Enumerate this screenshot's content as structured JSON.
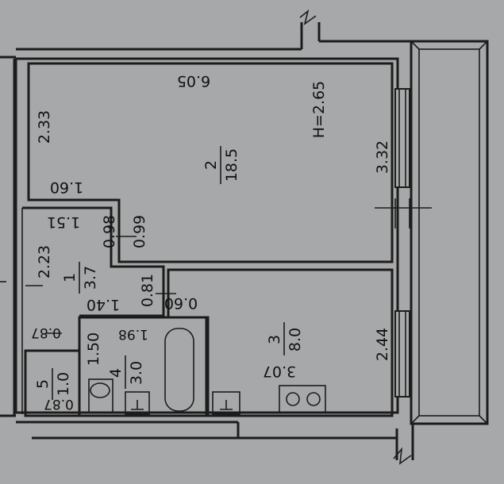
{
  "height_label": "H=2.65",
  "rooms": [
    {
      "number": "1",
      "area": "3.7"
    },
    {
      "number": "2",
      "area": "18.5"
    },
    {
      "number": "3",
      "area": "8.0"
    },
    {
      "number": "4",
      "area": "3.0"
    },
    {
      "number": "5",
      "area": "1.0"
    }
  ],
  "dimensions": {
    "room2_length": "6.05",
    "room2_left_side": "2.33",
    "room2_right_side": "3.32",
    "room2_bottom_left": "1.60",
    "hall_width": "1.51",
    "hall_step_a": "0.98",
    "hall_step_b": "0.99",
    "hall_left": "2.23",
    "hall_mid": "0.81",
    "hall_bottom": "1.40",
    "kitchen_door": "0.60",
    "kitchen_side": "2.44",
    "kitchen_length": "3.07",
    "bath_length": "1.98",
    "bath_width": "1.50",
    "wc_top": "0.87",
    "wc_bottom": "0.87"
  }
}
